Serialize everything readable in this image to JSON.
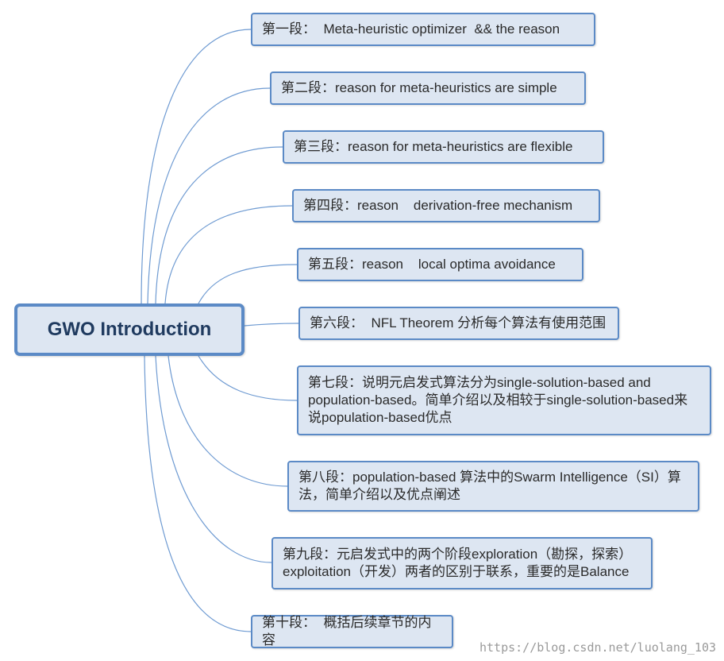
{
  "central": {
    "label": "GWO Introduction"
  },
  "branches": [
    {
      "label": "第一段：  Meta-heuristic optimizer  && the reason"
    },
    {
      "label": "第二段：reason for meta-heuristics are simple"
    },
    {
      "label": "第三段：reason for meta-heuristics are flexible"
    },
    {
      "label": "第四段：reason    derivation-free mechanism"
    },
    {
      "label": "第五段：reason    local optima avoidance"
    },
    {
      "label": "第六段：  NFL Theorem 分析每个算法有使用范围"
    },
    {
      "label": "第七段：说明元启发式算法分为single-solution-based and population-based。简单介绍以及相较于single-solution-based来说population-based优点"
    },
    {
      "label": "第八段：population-based 算法中的Swarm Intelligence（SI）算法，简单介绍以及优点阐述"
    },
    {
      "label": "第九段：元启发式中的两个阶段exploration（勘探，探索）exploitation（开发）两者的区别于联系，重要的是Balance"
    },
    {
      "label": "第十段：  概括后续章节的内容"
    }
  ],
  "watermark": "https://blog.csdn.net/luolang_103",
  "colors": {
    "node_fill": "#dde6f2",
    "node_border": "#5b8ac6",
    "link": "#6f9bd2",
    "title_text": "#1f3a5f"
  }
}
